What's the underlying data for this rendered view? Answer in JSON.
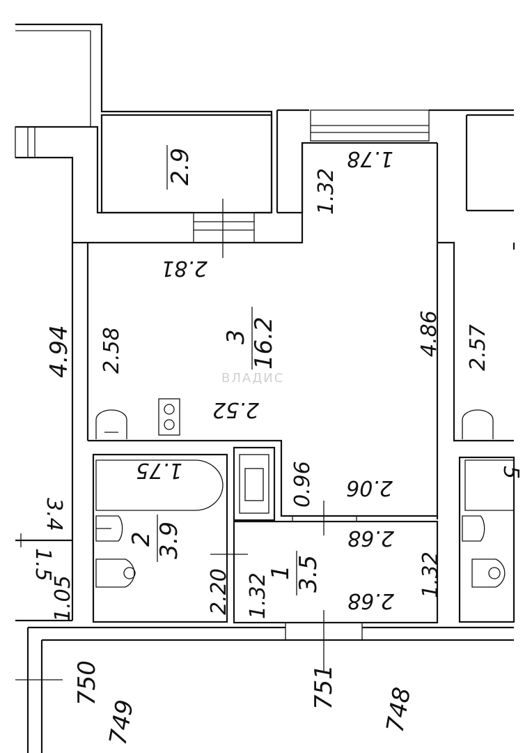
{
  "watermark": "ВЛАДИС",
  "rooms": [
    {
      "number": "3",
      "area": "16.2"
    },
    {
      "number": "2",
      "area": "3.9"
    },
    {
      "number": "1",
      "area": "3.5"
    },
    {
      "number": "",
      "area": "2.9"
    }
  ],
  "dimensions": {
    "d_2_81": "2.81",
    "d_1_78": "1.78",
    "d_1_32_top": "1.32",
    "d_4_94": "4.94",
    "d_2_58": "2.58",
    "d_4_86": "4.86",
    "d_2_57": "2.57",
    "d_2_52": "2.52",
    "d_0_96": "0.96",
    "d_1_75": "1.75",
    "d_2_06": "2.06",
    "d_2_68_top": "2.68",
    "d_2_68_bottom": "2.68",
    "d_1_32_left": "1.32",
    "d_1_32_right": "1.32",
    "d_2_20": "2.20",
    "d_3_4": "3.4",
    "d_1_5": "1.5",
    "d_1_05": "1.05",
    "d_5": "5"
  },
  "unit_numbers": {
    "u750": "750",
    "u749": "749",
    "u751": "751",
    "u748": "748"
  }
}
